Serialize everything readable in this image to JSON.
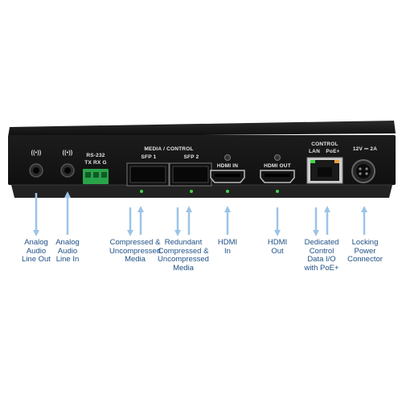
{
  "panel": {
    "analog_out_symbol": "((•))",
    "analog_in_symbol": "((•))",
    "rs232_title": "RS-232",
    "rs232_pins": "TX RX G",
    "media_control": "MEDIA / CONTROL",
    "sfp1": "SFP 1",
    "sfp2": "SFP 2",
    "hdmi_in": "HDMI IN",
    "hdmi_out": "HDMI OUT",
    "control": "CONTROL",
    "lan": "LAN",
    "poe": "PoE+",
    "power": "12V ⎓ 2A"
  },
  "callouts": {
    "analog_out": [
      "Analog",
      "Audio",
      "Line Out"
    ],
    "analog_in": [
      "Analog",
      "Audio",
      "Line In"
    ],
    "compressed": [
      "Compressed &",
      "Uncompressed",
      "Media"
    ],
    "redundant": [
      "Redundant",
      "Compressed &",
      "Uncompressed",
      "Media"
    ],
    "hdmi_in": [
      "HDMI",
      "In"
    ],
    "hdmi_out": [
      "HDMI",
      "Out"
    ],
    "dedicated": [
      "Dedicated",
      "Control",
      "Data I/O",
      "with PoE+"
    ],
    "locking": [
      "Locking",
      "Power",
      "Connector"
    ]
  },
  "colors": {
    "arrow": "#9dc3e6",
    "label": "#1e4f86",
    "chassis": "#141414",
    "led_green": "#3fd64a"
  }
}
